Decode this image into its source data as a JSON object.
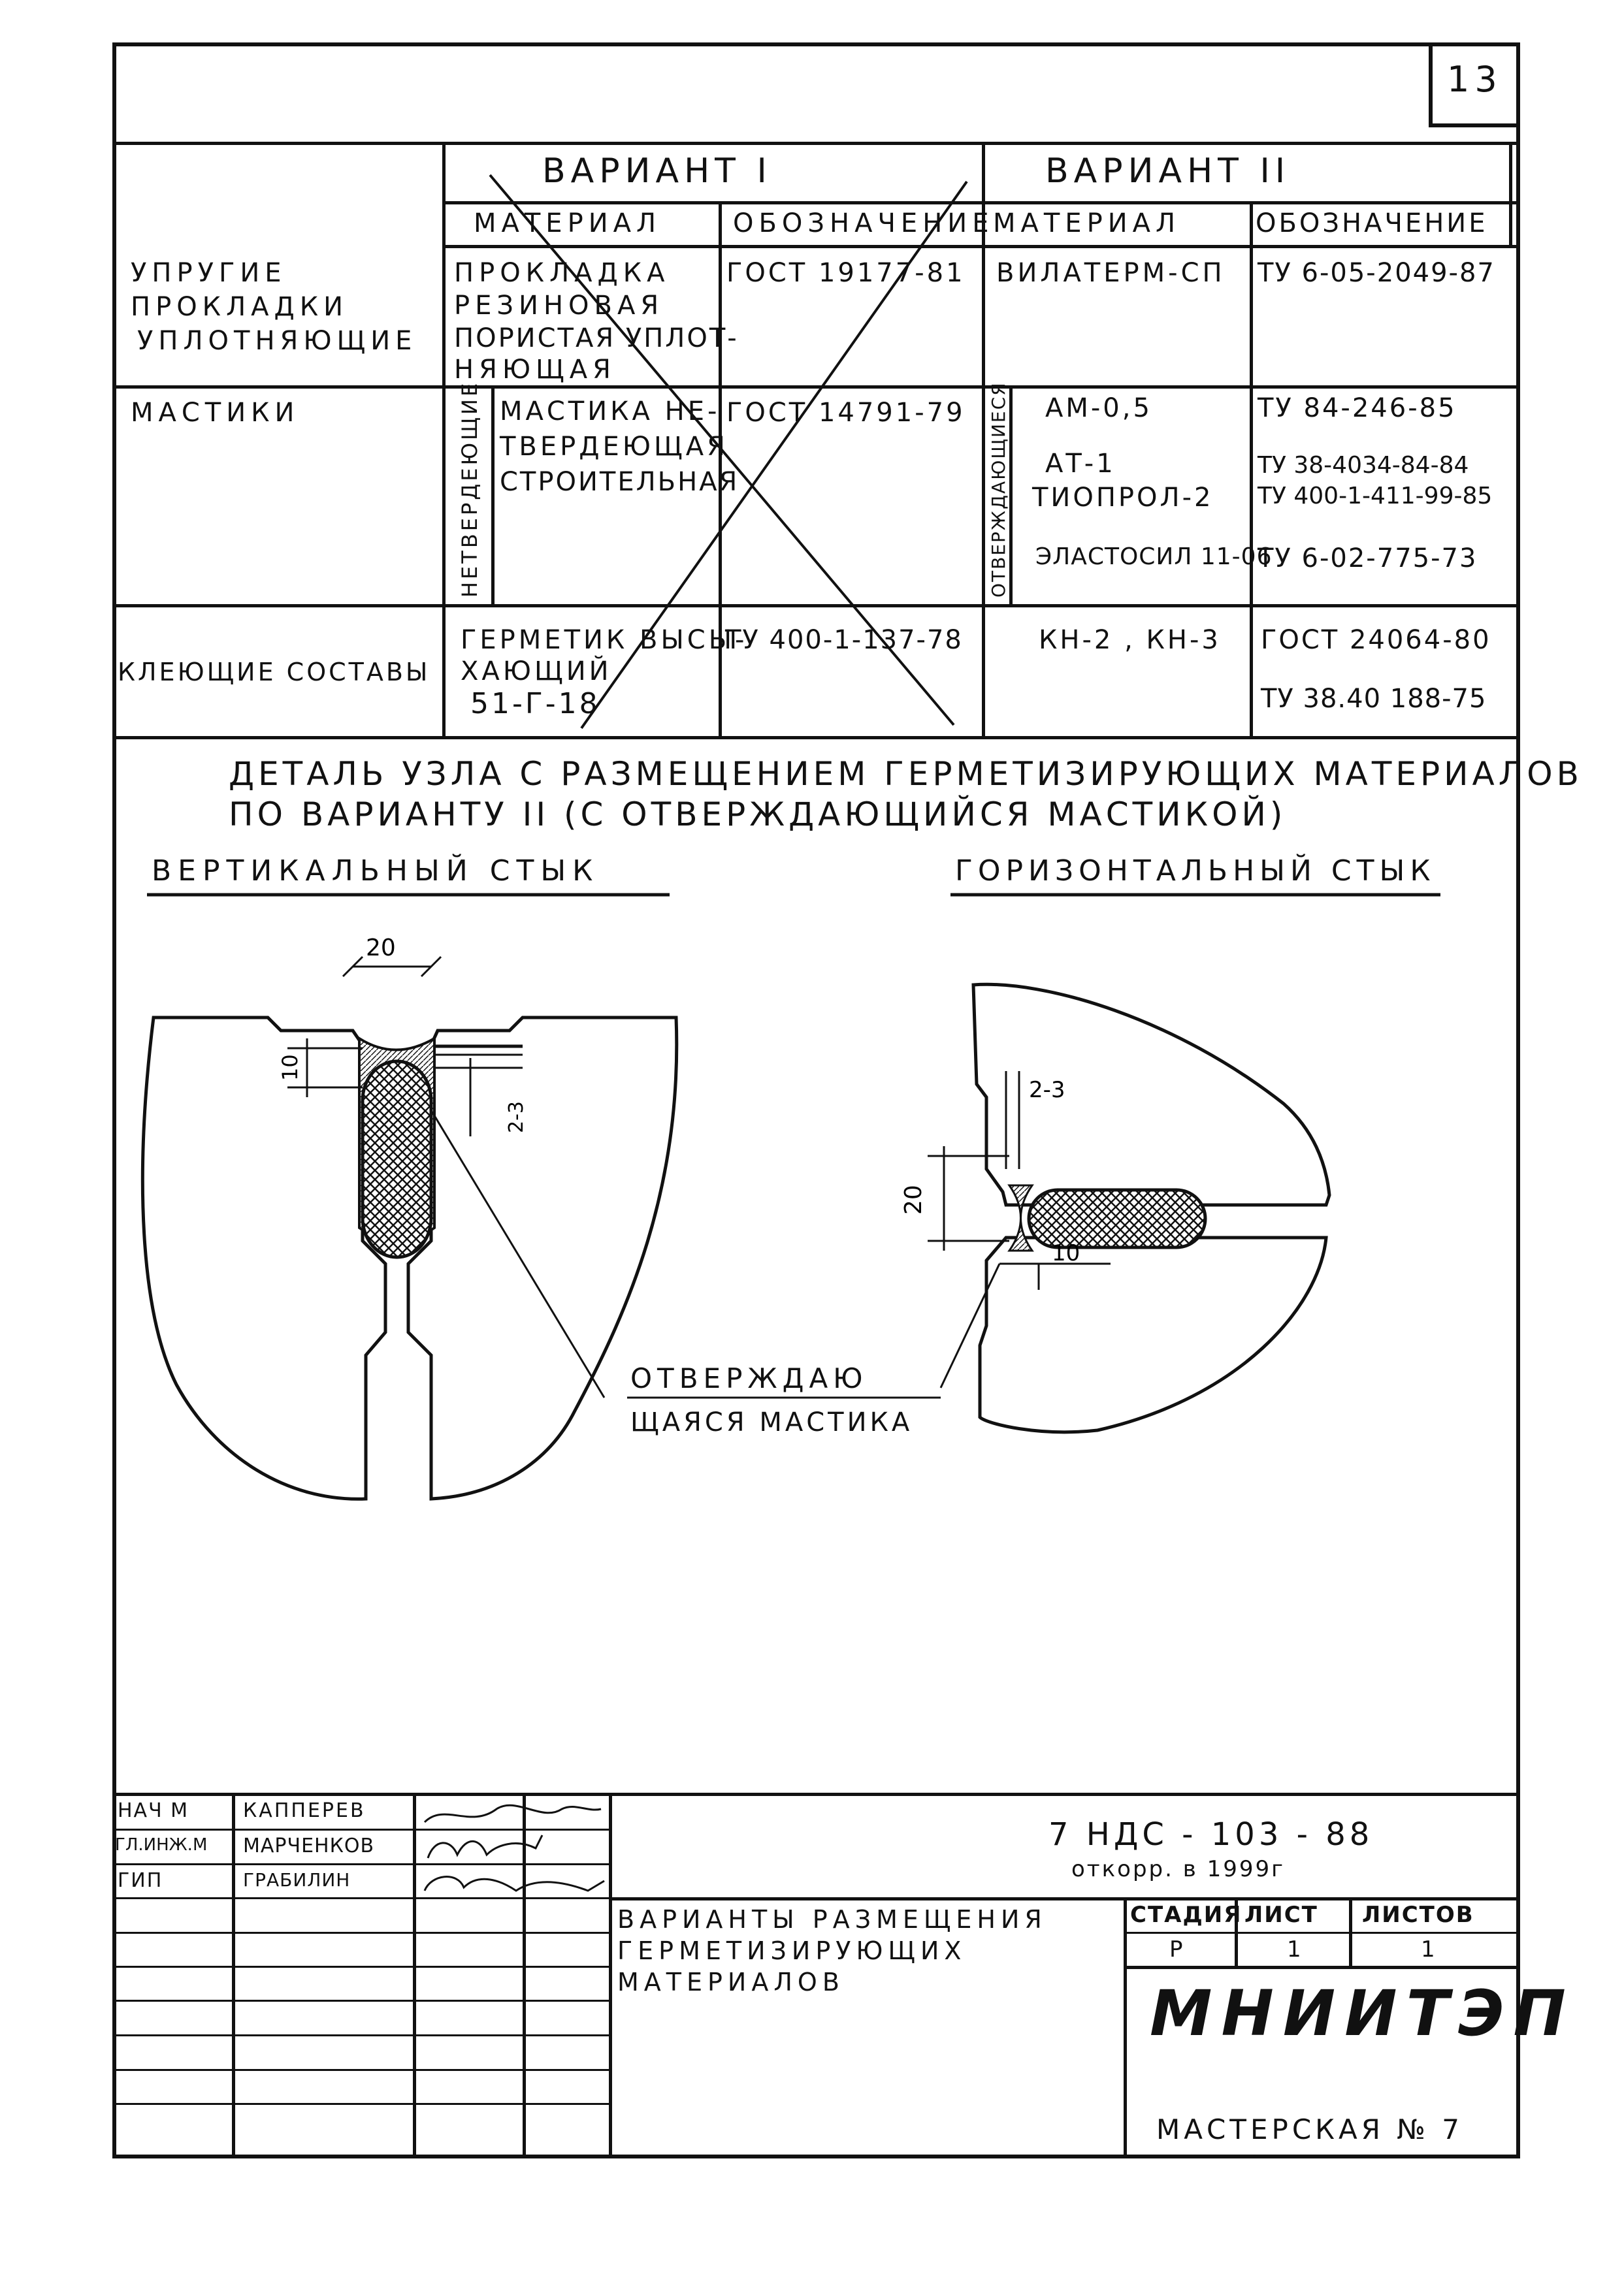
{
  "sheet": {
    "number": "13"
  },
  "table": {
    "variant1": "ВАРИАНТ I",
    "variant2": "ВАРИАНТ II",
    "col_material": "МАТЕРИАЛ",
    "col_designation": "ОБОЗНАЧЕНИЕ",
    "rows": [
      {
        "name": [
          "УПРУГИЕ",
          "ПРОКЛАДКИ",
          "УПЛОТНЯЮЩИЕ"
        ],
        "v1_material": [
          "ПРОКЛАДКА",
          "РЕЗИНОВАЯ",
          "ПОРИСТАЯ УПЛОТ-",
          "НЯЮЩАЯ"
        ],
        "v1_designation": "ГОСТ 19177-81",
        "v2_material": [
          "ВИЛАТЕРМ-СП"
        ],
        "v2_designation": [
          "ТУ 6-05-2049-87"
        ]
      },
      {
        "name": [
          "МАСТИКИ"
        ],
        "v1_group": "НЕТВЕРДЕЮЩИЕ",
        "v1_material": [
          "МАСТИКА НЕ-",
          "ТВЕРДЕЮЩАЯ",
          "СТРОИТЕЛЬНАЯ"
        ],
        "v1_designation": "ГОСТ 14791-79",
        "v2_group": "ОТВЕРЖДАЮЩИЕСЯ",
        "v2_material": [
          "АМ-0,5",
          "АТ-1",
          "ТИОПРОЛ-2",
          "ЭЛАСТОСИЛ 11-06"
        ],
        "v2_designation": [
          "ТУ 84-246-85",
          "ТУ 38-4034-84-84",
          "ТУ 400-1-411-99-85",
          "ТУ 6-02-775-73"
        ]
      },
      {
        "name": [
          "КЛЕЮЩИЕ СОСТАВЫ"
        ],
        "v1_material": [
          "ГЕРМЕТИК ВЫСЫ-",
          "ХАЮЩИЙ",
          "51-Г-18"
        ],
        "v1_designation": "ТУ 400-1-137-78",
        "v2_material": [
          "КН-2 , КН-3"
        ],
        "v2_designation": [
          "ГОСТ 24064-80",
          "ТУ 38.40 188-75"
        ]
      }
    ]
  },
  "detail": {
    "title_line1": "ДЕТАЛЬ УЗЛА С РАЗМЕЩЕНИЕМ ГЕРМЕТИЗИРУЮЩИХ МАТЕРИАЛОВ",
    "title_line2": "ПО ВАРИАНТУ II (С ОТВЕРЖДАЮЩИЙСЯ МАСТИКОЙ)",
    "vertical_joint": "ВЕРТИКАЛЬНЫЙ СТЫК",
    "horizontal_joint": "ГОРИЗОНТАЛЬНЫЙ СТЫК",
    "dims_vertical": {
      "width": "20",
      "depth": "10",
      "gap": "2-3"
    },
    "dims_horizontal": {
      "gap": "2-3",
      "height": "20",
      "depth": "10"
    },
    "callout_line1": "ОТВЕРЖДАЮ",
    "callout_line2": "ЩАЯСЯ МАСТИКА"
  },
  "stamp": {
    "people": [
      {
        "role": "НАЧ М",
        "name": "КАППЕРЕВ"
      },
      {
        "role": "ГЛ.ИНЖ.М",
        "name": "МАРЧЕНКОВ"
      },
      {
        "role": "ГИП",
        "name": "ГРАБИЛИН"
      }
    ],
    "doc_code": "7 НДС - 103 - 88",
    "doc_note": "откорр. в 1999г",
    "title": [
      "ВАРИАНТЫ РАЗМЕЩЕНИЯ",
      "ГЕРМЕТИЗИРУЮЩИХ",
      "МАТЕРИАЛОВ"
    ],
    "stage_label": "СТАДИЯ",
    "sheet_label": "ЛИСТ",
    "sheets_label": "ЛИСТОВ",
    "stage": "Р",
    "sheet": "1",
    "sheets": "1",
    "org": "МНИИТЭП",
    "workshop": "МАСТЕРСКАЯ № 7"
  }
}
